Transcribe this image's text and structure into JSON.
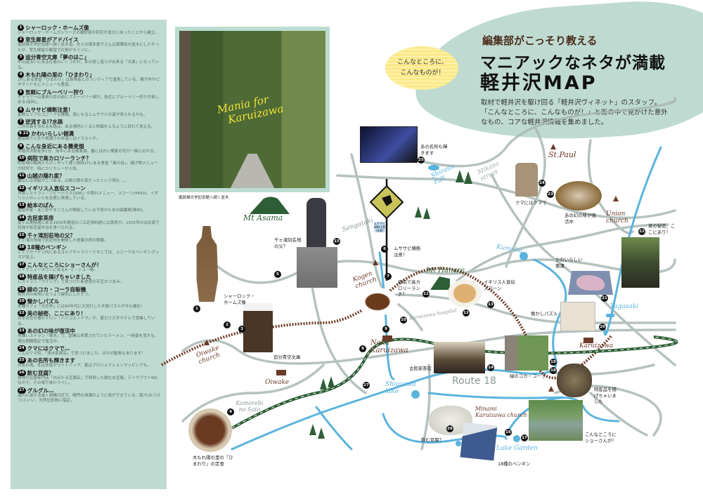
{
  "sidebar": {
    "items": [
      {
        "n": "1",
        "title": "シャーロック・ホームズ像",
        "text": "シャーロック・ホームズシリーズの翻訳家の別荘が追分にあったことから建立。"
      },
      {
        "n": "2",
        "title": "室生犀星がアドバイス",
        "text": "堀辰雄文学記念館へ続く並木道。夫人の堀多恵子さんは落葉松の並木にしたかったが、室生犀星の要望で片側がモミジに。"
      },
      {
        "n": "3",
        "title": "追分青空文庫「夢のはこ」",
        "text": "中山道沿いにある灯篭のいくつかが、本の貸し借りが出来る「文庫」になっている。"
      },
      {
        "n": "4",
        "title": "木もれ陽の里の「ひまわり」",
        "text": "1Fにある食堂「ひまわり」は身障者とボランティアで運営している。親子丼やピタサンドなどメニューも豊富。"
      },
      {
        "n": "5",
        "title": "気軽にブルーベリー狩り",
        "text": "ギャラリー山果資の目の前にブルーベリー畑が。身近にブルーベリー狩りが楽しめる(有料)。"
      },
      {
        "n": "6",
        "title": "ムササビ横断注意！",
        "text": "星野エリアのユニークな標識。夜になるとムササビの姿が見られるかも。"
      },
      {
        "n": "7",
        "title": "逆流する!?水路",
        "text": "三井の森を流れる水路は、ある場所にくると斜面を上るように流れて見える。"
      },
      {
        "n": "8 21",
        "title": "かわいらしい側溝",
        "text": "農協通りと矢ケ崎通りの歩道にはイラストが。"
      },
      {
        "n": "9",
        "title": "こんな身近にある蕎麦畑",
        "text": "中軽井沢駅徒歩1分、街中にある蕎麦畑。春には白い蕎麦の花が一面に広がる。"
      },
      {
        "n": "10",
        "title": "病院で高カロリーランチ？",
        "text": "町役場の職員たちがこぞって通う病院1Fにある食堂「風の谷」。揚げ物メニューが好評で、特にカツカレーが人気。"
      },
      {
        "n": "11",
        "title": "山賊の隠れ家？",
        "text": "離山には洞窟が二つある。山賊の隠れ家だったという噂も…。"
      },
      {
        "n": "12",
        "title": "イギリス人直伝スコーン",
        "text": "洋食レストラン「アビーハウス1990」の隠れメニュー、スコーン(¥450)。イギリス人のレシピを忠実に再現している。"
      },
      {
        "n": "13",
        "title": "絵本のぱん",
        "text": "童話作家・まごめやすこさんが開設している子供のための図書館(無料)。"
      },
      {
        "n": "14",
        "title": "古民家茶房",
        "text": "南ヶ丘美術館にある1935年建造の三五荘資料館には茶房が。1935年の古民家で甘味や松花堂弁当を食べられる。"
      },
      {
        "n": "15",
        "title": "千ヶ滝別荘地の父？",
        "text": "千ヶ滝の地域で別荘地を開発した堤康次郎の銅像。"
      },
      {
        "n": "16",
        "title": "18種のペンギン",
        "text": "レイクガーデン内にあるゴルフギャラリーミタニでは、ユニークなペンギングッズが並ぶ。"
      },
      {
        "n": "17",
        "title": "こんなところにショーさんが！",
        "text": "レイクニュータウンにあるA・C・ショー像。"
      },
      {
        "n": "18",
        "title": "特産品を揚げちゃいました",
        "text": "レストラン「ウイング」で見つけた新食感の花豆おつまみ。"
      },
      {
        "n": "19",
        "title": "緑のコカ・コーラ自販機",
        "text": "軽井沢の自然に合うよう緑色にしたそう。"
      },
      {
        "n": "20",
        "title": "懐かしパズル",
        "text": "老舗カフェ「旦念亭」には80年代に大流行した木製パズルが今も健在！"
      },
      {
        "n": "22",
        "title": "美の秘密、ここにあり！",
        "text": "日本女性の憧れサロン「ハツコエンドウ」が、夏だけ万平ホテルで営業している。"
      },
      {
        "n": "23",
        "title": "あの幻の味が復活中",
        "text": "老舗レストラン「菊水」で、創業以来愛されていたラーメン。一時姿を消すも、現在期間限定で復活中。"
      },
      {
        "n": "24",
        "title": "クマにはクマで…",
        "text": "こんなクマ鈴、「清水家具店」で見つけました。ほかの動物もあります！"
      },
      {
        "n": "25",
        "title": "あの名所も輝きます",
        "text": "白糸の滝、冬は氷柱がライトアップ、夏はプロジェクションマッピングも。"
      },
      {
        "n": "26",
        "title": "飲む豆腐？",
        "text": "発地の豆腐専門店「白ほたる豆腐店」で発見した飲むお豆腐。テイクアウトNGなので、その場で味わうべし。"
      },
      {
        "n": "27",
        "title": "グルグル…",
        "text": "湯川に架かる催ヶ淵橋付近で、鳴門の渦潮のように渦ができている。甌穴(おうけつ)といい、天然記念物に指定。"
      }
    ]
  },
  "header": {
    "kicker": "編集部がこっそり教える",
    "title1": "マニアックなネタが満載",
    "title2": "軽井沢MAP",
    "bubble": [
      "こんなところに、",
      "こんなものが！"
    ],
    "desc": [
      "取材で軽井沢を駆け回る「軽井沢ヴィネット」のスタッフ。",
      "「こんなところに、こんなものが！」と街の中で見かけた意外",
      "なもの、コアな軽井沢情報を集めました。"
    ]
  },
  "photo": {
    "overlay": [
      "Mania for",
      "Karuizawa"
    ],
    "caption": "堀辰雄文学記念館へ続く並木"
  },
  "sign": {
    "text": "ムササビ横断注意(長野)"
  },
  "places": {
    "asama": "Mt Asama",
    "hanare": "Mt Hanare",
    "sengataki": "Sengataki",
    "kogen": "Kogen church",
    "oiwake_church": "Oiwake church",
    "stpaul": "St.Paul",
    "union": "Union church",
    "mikasa": "Mikasa street",
    "shiraito": "Shiraito Fall",
    "kumoba": "Kumoba",
    "yagasaki": "Yagasaki",
    "karuizawa": "Karuizawa",
    "naka": "Naka Karuizawa",
    "oiwake": "Oiwake",
    "hospital": "Karuizawa hospital",
    "komorebi": "Komorebi no Sato",
    "shiozawa": "Shiozawa lake",
    "route18": "Route 18",
    "minami": "Minami Karuizawa church",
    "lakegarden": "Lake Garden"
  },
  "captions": {
    "holmes": "シャーロック・ホームズ像",
    "father": "千ヶ滝別荘地の父？",
    "bunko": "追分青空文庫",
    "musasabi": "ムササビ横断注意！",
    "shiraito": "あの名所も輝きます",
    "kuma": "クマにはクマで",
    "ramen": "あの幻の味が復活中",
    "beauty": "美の秘密、ここにあり！",
    "drain": "かわいらしい側溝",
    "puzzle": "懐かしパズル",
    "hospital": "病院で高カロリーランチ？",
    "scone": "イギリス人直伝スコーン",
    "kominka": "古民家茶房",
    "coke": "緑のコカ・コーラ",
    "fried": "特産品を揚げちゃいました",
    "shaw": "こんなところにショーさんが！",
    "tofu": "飲む豆腐？",
    "penguin": "18種のペンギン",
    "himawari": "木もれ陽の里の「ひまわり」の定食"
  },
  "markers": [
    "1",
    "2",
    "3",
    "4",
    "5",
    "6",
    "7",
    "8",
    "9",
    "10",
    "11",
    "12",
    "13",
    "14",
    "15",
    "16",
    "17",
    "18",
    "19",
    "20",
    "21",
    "22",
    "23",
    "24",
    "25",
    "26",
    "27"
  ],
  "colors": {
    "mint": "#bfdbd1",
    "road": "#a9b8b4",
    "rail": "#6b3b28",
    "route": "#2d5e35",
    "river": "#5ab3dd"
  }
}
